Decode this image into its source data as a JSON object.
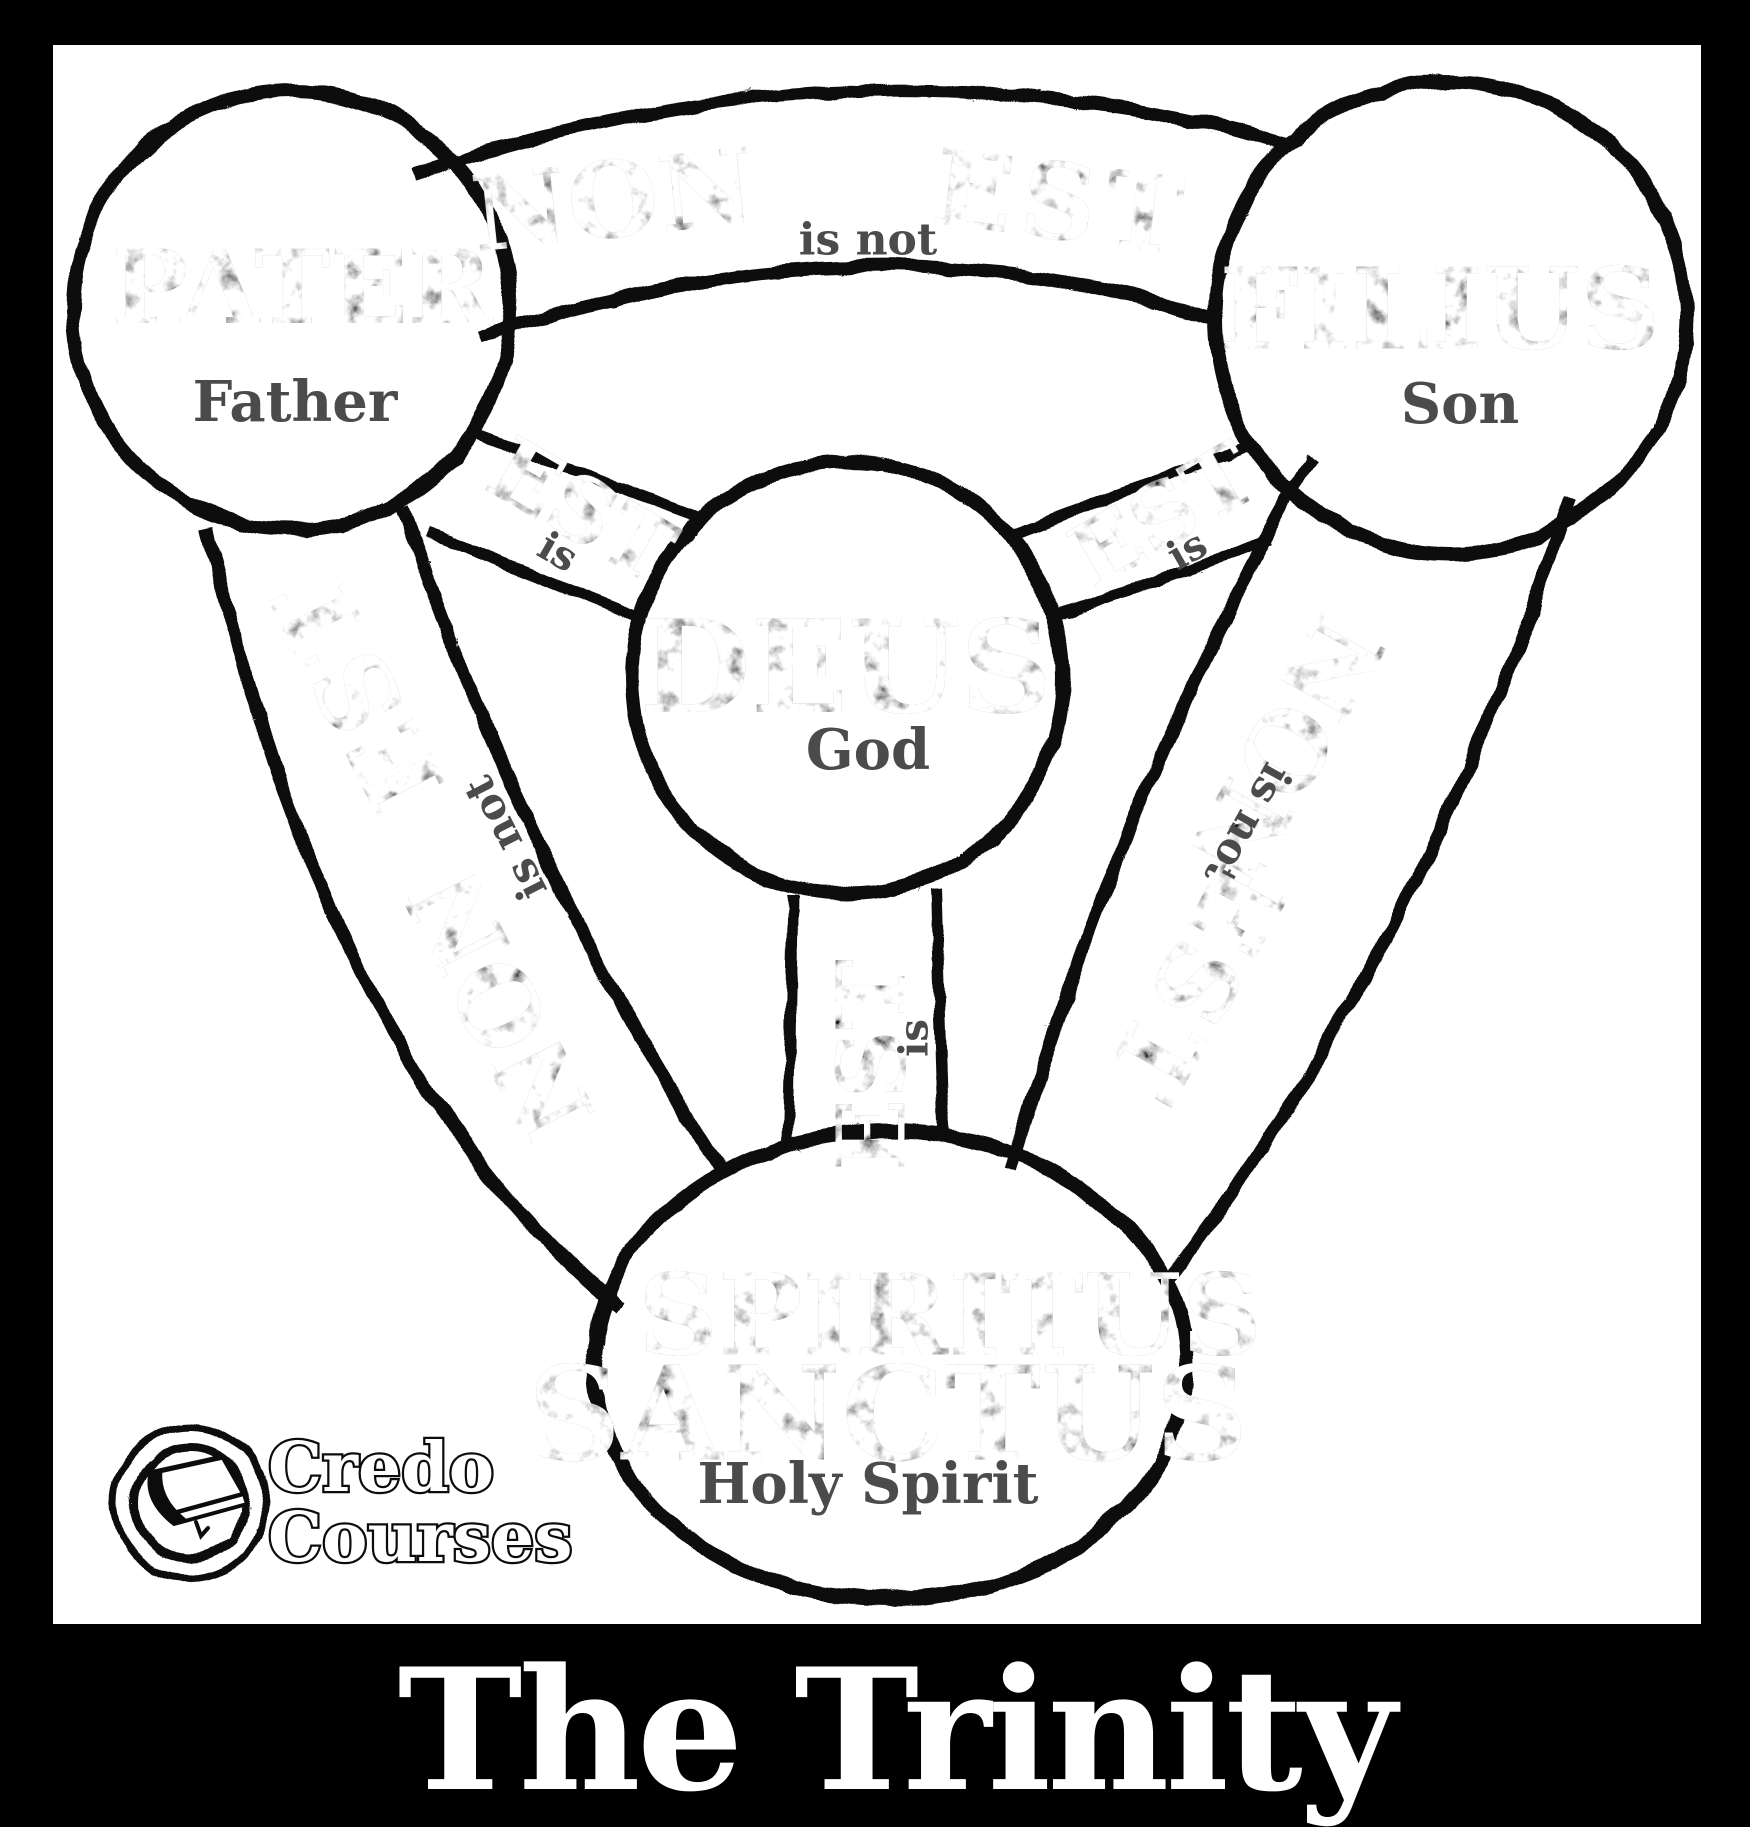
{
  "title": "The Trinity",
  "watermark": {
    "name": "Credo Courses",
    "line1": "Credo",
    "line2": "Courses",
    "icon": "book-seal"
  },
  "labels": {
    "pater": "PATER",
    "father": "Father",
    "filius": "FILIUS",
    "son": "Son",
    "deus": "DEUS",
    "god": "God",
    "spiritus": "SPIRITUS",
    "sanctus": "SANCTUS",
    "holy_spirit": "Holy Spirit",
    "non": "NON",
    "est": "EST",
    "is": "is",
    "is_not": "is not"
  },
  "edges": [
    {
      "from": "PATER",
      "to": "FILIUS",
      "relation": "NON EST",
      "english": "is not"
    },
    {
      "from": "PATER",
      "to": "SPIRITUS SANCTUS",
      "relation": "NON EST",
      "english": "is not"
    },
    {
      "from": "FILIUS",
      "to": "SPIRITUS SANCTUS",
      "relation": "NON EST",
      "english": "is not"
    },
    {
      "from": "PATER",
      "to": "DEUS",
      "relation": "EST",
      "english": "is"
    },
    {
      "from": "FILIUS",
      "to": "DEUS",
      "relation": "EST",
      "english": "is"
    },
    {
      "from": "SPIRITUS SANCTUS",
      "to": "DEUS",
      "relation": "EST",
      "english": "is"
    }
  ],
  "colors": {
    "frame": "#000000",
    "paper": "#ffffff",
    "ink": "#0c0c0c",
    "translation_gray": "#4b4b4b",
    "title_color": "#ffffff"
  }
}
